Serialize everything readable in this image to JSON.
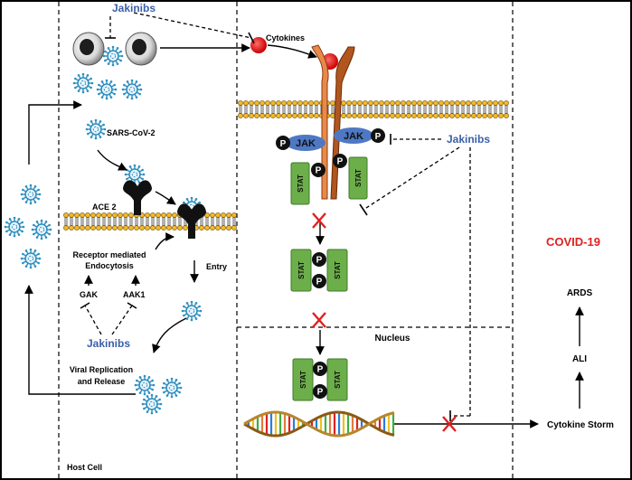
{
  "labels": {
    "jakinibs_top": "Jakinibs",
    "jakinibs_middle": "Jakinibs",
    "jakinibs_right": "Jakinibs",
    "cytokines": "Cytokines",
    "sars_cov_2": "SARS-CoV-2",
    "ace2": "ACE 2",
    "receptor_line1": "Receptor mediated",
    "receptor_line2": "Endocytosis",
    "entry": "Entry",
    "gak": "GAK",
    "aak1": "AAK1",
    "replication_line1": "Viral Replication",
    "replication_line2": "and Release",
    "host_cell": "Host Cell",
    "nucleus": "Nucleus",
    "covid19": "COVID-19",
    "ards": "ARDS",
    "ali": "ALI",
    "cytokine_storm": "Cytokine Storm",
    "jak": "JAK",
    "stat": "STAT",
    "p": "P"
  },
  "colors": {
    "jakinib_blue": "#3a5fa8",
    "covid_red": "#e02020",
    "membrane_yellow": "#f2b928",
    "stat_green": "#6cae4a",
    "jak_blue": "#4f78c4",
    "virus_blue": "#2f8fbf",
    "receptor_orange": "#e07b39"
  }
}
